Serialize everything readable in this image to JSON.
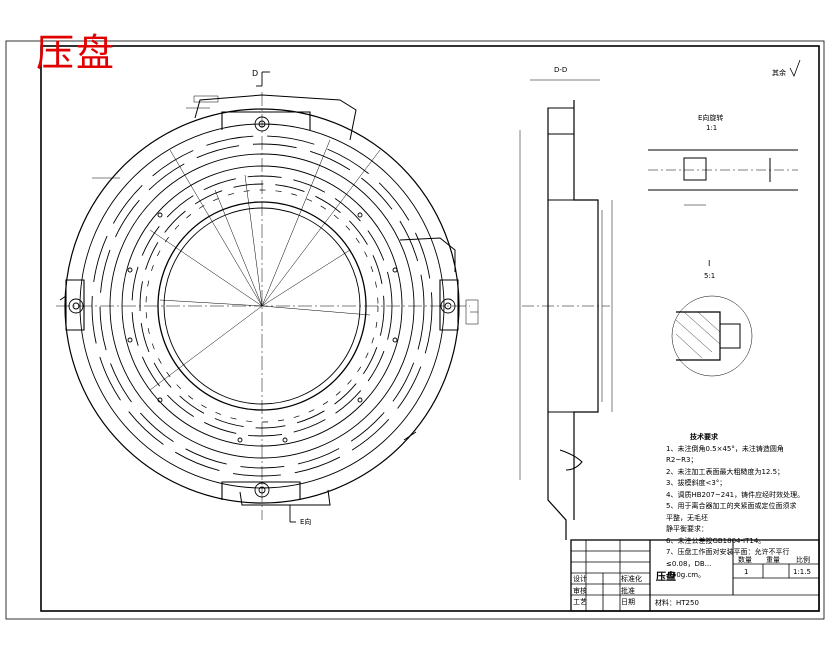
{
  "drawing_title": "压盘",
  "views": {
    "section_label": "D-D",
    "section_cut_marker": "D",
    "detail_e_title": "E向旋转",
    "detail_e_scale": "1:1",
    "detail_i_title": "I",
    "detail_i_scale": "5:1",
    "e_direction_label": "E向",
    "roughness_rest": "其余"
  },
  "technical_requirements": {
    "heading": "技术要求",
    "items": [
      "1、未注倒角0.5×45°，未注铸造圆角",
      "R2~R3；",
      "2、未注加工表面最大粗糙度为12.5；",
      "3、拔模斜度<3°；",
      "4、调质HB207~241，铸件应经时效处理。",
      "5、用于离合器加工的夹紧面或定位面须求",
      "平整，无毛坯",
      "    静平衡要求：",
      "6、未注公差按GB1804-IT14。",
      "7、压盘工作面对安装平面：允许不平行",
      "≤0.08，DB...",
      "   ≤40g.cm。"
    ]
  },
  "title_block": {
    "drawing_name": "压盘",
    "quantity_label": "数量",
    "weight_label": "重量",
    "scale_label": "比例",
    "quantity": "1",
    "scale": "1:1.5",
    "material": "材料：HT250",
    "designer_label": "设计",
    "review_label": "审核",
    "process_label": "工艺",
    "approve_label": "批准",
    "standard_label": "标准化",
    "date_label": "日期"
  },
  "colors": {
    "line": "#000000",
    "title_red": "#e00000",
    "background": "#ffffff"
  }
}
